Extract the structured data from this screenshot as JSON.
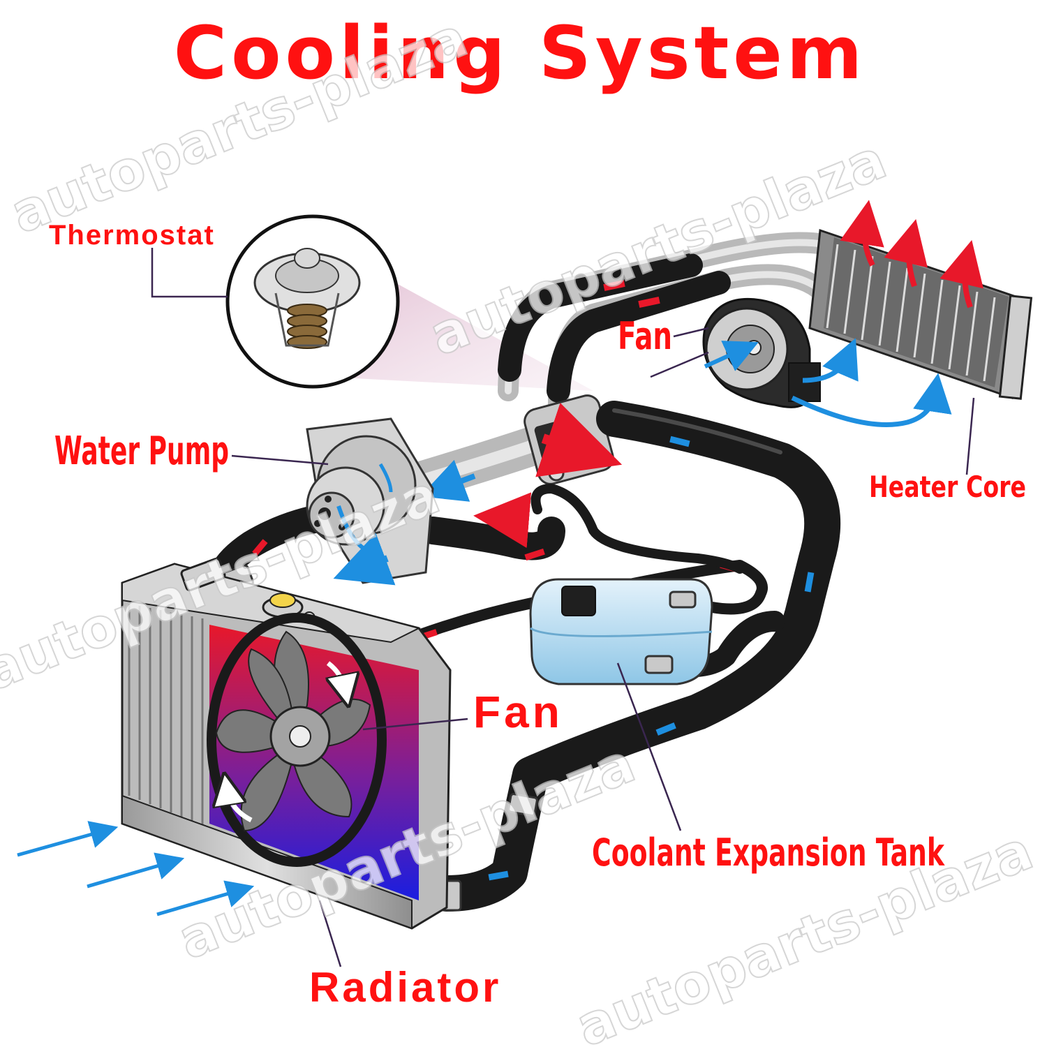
{
  "title": "Cooling System",
  "labels": {
    "thermostat": "Thermostat",
    "water_pump": "Water Pump",
    "fan_top": "Fan",
    "heater_core": "Heater Core",
    "fan_radiator": "Fan",
    "coolant_tank": "Coolant Expansion Tank",
    "radiator": "Radiator"
  },
  "watermark": "autoparts-plaza",
  "colors": {
    "label_red": "#ff1111",
    "hot_coolant": "#e8182a",
    "cool_coolant": "#1e8fe0",
    "hose": "#1a1a1a",
    "metal": "#b9b9b9",
    "tank": "#a9d4ec",
    "leader": "#3a2650"
  }
}
